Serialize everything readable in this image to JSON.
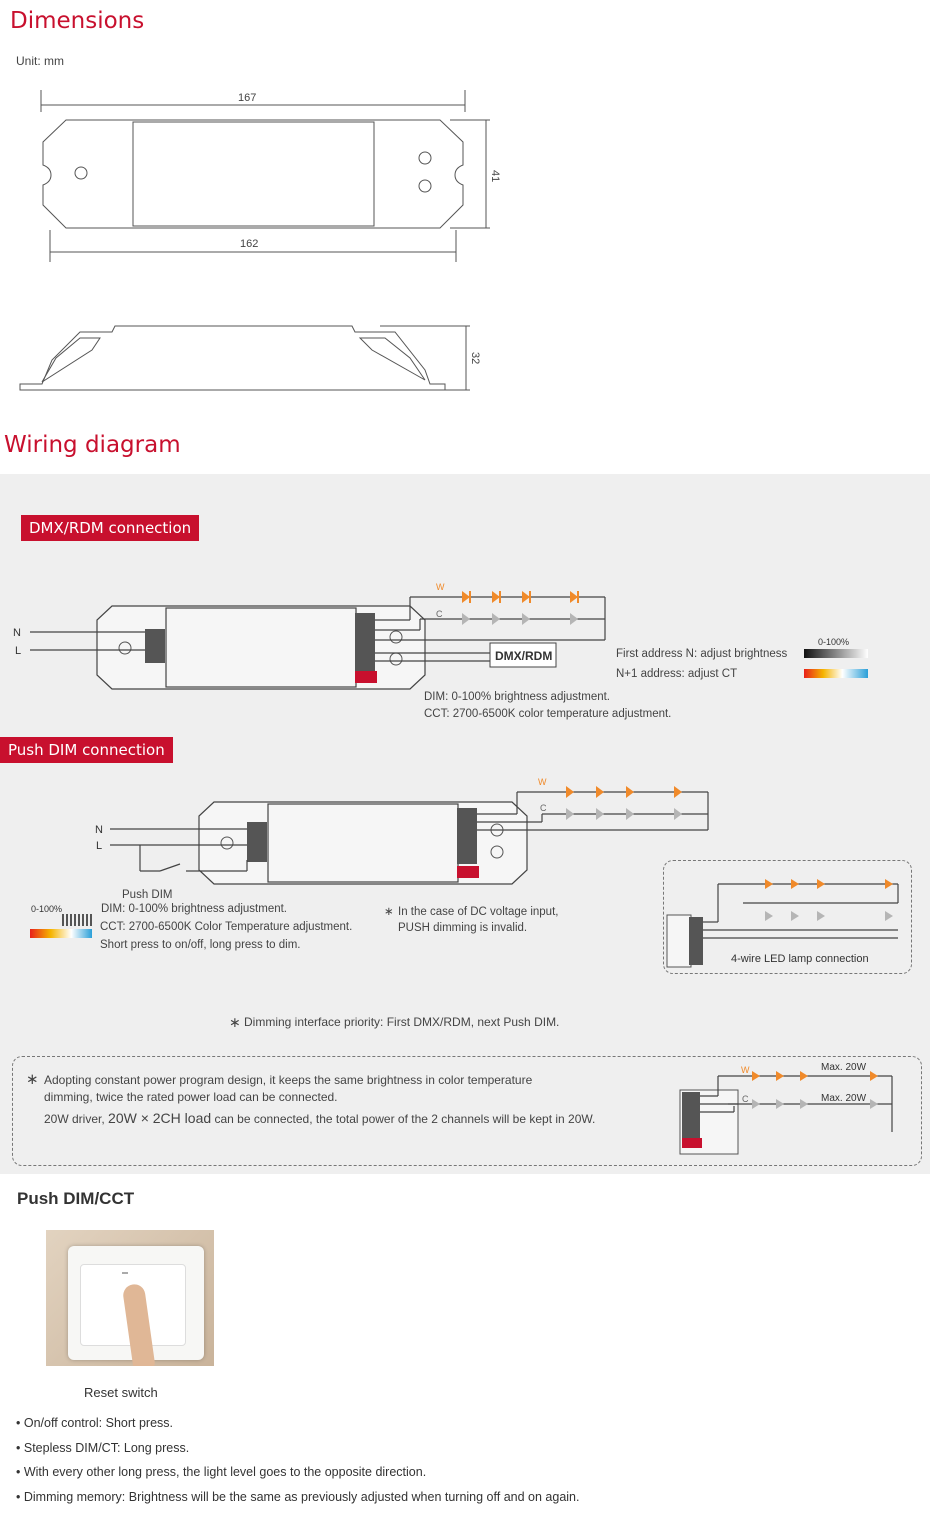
{
  "dimensions": {
    "title": "Dimensions",
    "unit": "Unit: mm",
    "top_view": {
      "length_outer": "167",
      "length_inner": "162",
      "height": "41"
    },
    "side_view": {
      "height": "32"
    }
  },
  "wiring": {
    "title": "Wiring diagram",
    "dmx": {
      "tag": "DMX/RDM connection",
      "n_label": "N",
      "l_label": "L",
      "w_label": "W",
      "c_label": "C",
      "box_label": "DMX/RDM",
      "gradient_label": "0-100%",
      "first_address": "First address N: adjust brightness",
      "second_address": "N+1 address: adjust CT",
      "dim_note": "DIM: 0-100% brightness adjustment.",
      "cct_note": "CCT: 2700-6500K color temperature adjustment."
    },
    "push": {
      "tag": "Push DIM connection",
      "n_label": "N",
      "l_label": "L",
      "w_label": "W",
      "c_label": "C",
      "push_label": "Push DIM",
      "gradient_label": "0-100%",
      "dim_note": "DIM: 0-100% brightness adjustment.",
      "cct_note": "CCT: 2700-6500K Color Temperature adjustment.",
      "press_note": "Short press to on/off, long press to dim.",
      "dc_note_1": "In the case of DC voltage input,",
      "dc_note_2": "PUSH dimming is invalid.",
      "four_wire": "4-wire LED lamp connection",
      "priority": "Dimming interface priority: First DMX/RDM, next Push DIM."
    },
    "power": {
      "line1": "Adopting constant power program design, it keeps the same brightness in color temperature",
      "line2": "dimming, twice the rated power load can be connected.",
      "line3_a": "20W driver, ",
      "line3_b": "20W × 2CH load",
      "line3_c": " can be connected, the total power of the 2 channels will be kept in 20W.",
      "max1": "Max. 20W",
      "max2": "Max. 20W",
      "w_label": "W",
      "c_label": "C"
    }
  },
  "push_cct": {
    "title": "Push DIM/CCT",
    "caption": "Reset switch",
    "bullets": [
      "On/off control: Short press.",
      "Stepless DIM/CT: Long press.",
      "With every other long press, the light level goes to the opposite direction.",
      "Dimming memory: Brightness will be the same as previously adjusted when turning off and on again."
    ]
  },
  "colors": {
    "accent": "#c8102e",
    "led_warm": "#f08a2a",
    "led_cool": "#b5b5b5"
  }
}
